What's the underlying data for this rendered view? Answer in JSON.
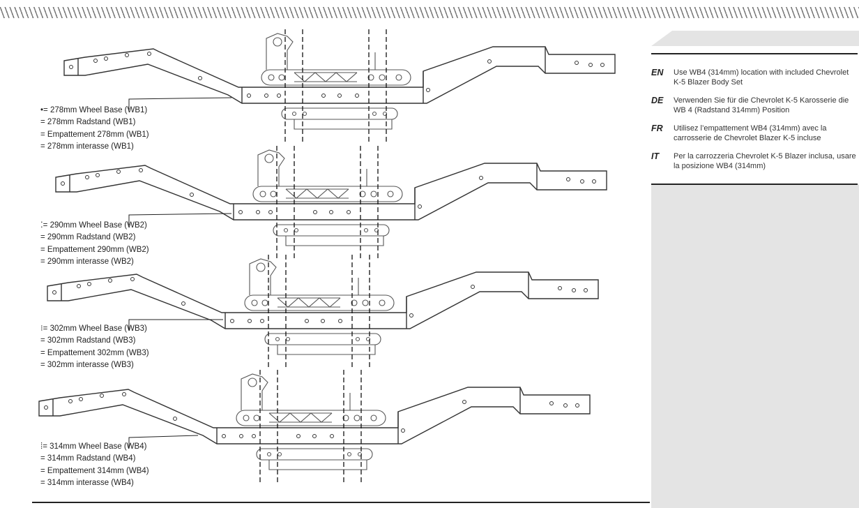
{
  "instructions": [
    {
      "code": "EN",
      "text": "Use WB4 (314mm) location with included Chevrolet K-5 Blazer Body Set"
    },
    {
      "code": "DE",
      "text": "Verwenden Sie für die Chevrolet K-5 Karosserie die WB 4 (Radstand 314mm) Position"
    },
    {
      "code": "FR",
      "text": "Utilisez l’empattement WB4 (314mm) avec la carrosserie de Chevrolet Blazer K-5 incluse"
    },
    {
      "code": "IT",
      "text": "Per la carrozzeria Chevrolet K-5 Blazer inclusa, usare la posizione WB4 (314mm)"
    }
  ],
  "wheelbases": [
    {
      "mark": "•",
      "lines": [
        "= 278mm Wheel Base (WB1)",
        "= 278mm Radstand (WB1)",
        "= Empattement 278mm (WB1)",
        "= 278mm interasse (WB1)"
      ]
    },
    {
      "mark": "⁚",
      "lines": [
        "= 290mm Wheel Base (WB2)",
        "= 290mm Radstand (WB2)",
        "= Empattement 290mm (WB2)",
        "= 290mm interasse (WB2)"
      ]
    },
    {
      "mark": "⁝",
      "lines": [
        "= 302mm Wheel Base (WB3)",
        "= 302mm Radstand (WB3)",
        "= Empattement 302mm (WB3)",
        "= 302mm interasse (WB3)"
      ]
    },
    {
      "mark": "⁞",
      "lines": [
        "= 314mm Wheel Base (WB4)",
        "= 314mm Radstand (WB4)",
        "= Empattement 314mm (WB4)",
        "= 314mm interasse (WB4)"
      ]
    }
  ]
}
